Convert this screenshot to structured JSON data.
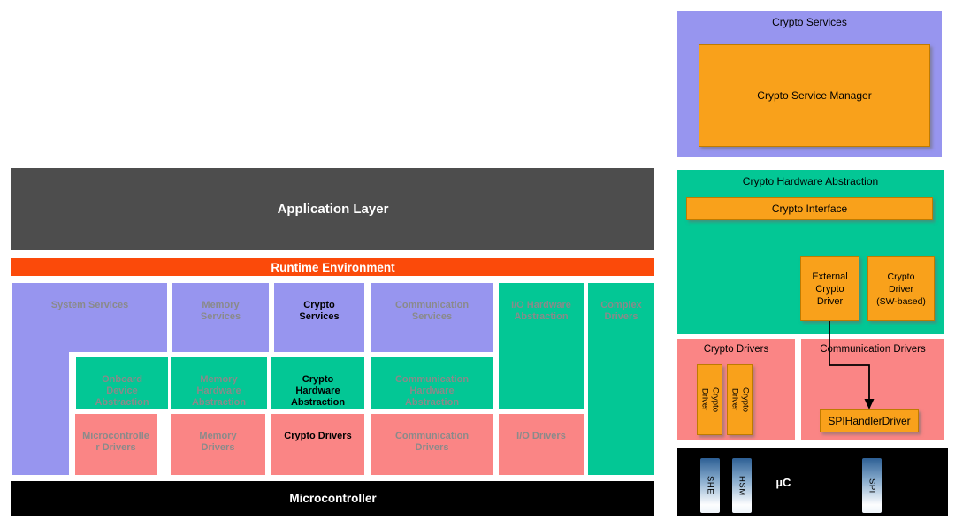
{
  "left": {
    "app_layer": "Application Layer",
    "rte": "Runtime Environment",
    "microcontroller": "Microcontroller",
    "system_services": "System Services",
    "memory_services": "Memory\nServices",
    "crypto_services": "Crypto\nServices",
    "communication_services": "Communication\nServices",
    "io_hw_abstraction": "I/O Hardware\nAbstraction",
    "complex_drivers": "Complex\nDrivers",
    "onboard_device_abstraction": "Onboard\nDevice\nAbstraction",
    "memory_hw_abstraction": "Memory\nHardware\nAbstraction",
    "crypto_hw_abstraction": "Crypto\nHardware\nAbstraction",
    "communication_hw_abstraction": "Communication\nHardware\nAbstraction",
    "microcontroller_drivers": "Microcontrolle\nr Drivers",
    "memory_drivers": "Memory\nDrivers",
    "crypto_drivers": "Crypto Drivers",
    "communication_drivers": "Communication\nDrivers",
    "io_drivers": "I/O Drivers"
  },
  "right": {
    "crypto_services_title": "Crypto Services",
    "crypto_service_manager": "Crypto Service Manager",
    "crypto_hw_abstraction_title": "Crypto Hardware Abstraction",
    "crypto_interface": "Crypto Interface",
    "external_crypto_driver": "External\nCrypto\nDriver",
    "crypto_driver_sw_based": "Crypto\nDriver\n(SW-based)",
    "crypto_drivers_title": "Crypto Drivers",
    "crypto_driver_vertical_1": "Crypto\nDriver",
    "crypto_driver_vertical_2": "Crypto\nDriver",
    "communication_drivers_title": "Communication Drivers",
    "spi_handler_driver": "SPIHandlerDriver",
    "uc_label": "µC",
    "she_label": "SHE",
    "hsm_label": "HSM",
    "spi_label": "SPI"
  },
  "colors": {
    "purple": "#9795ef",
    "green": "#03c795",
    "pink": "#fa8585",
    "rte_orange": "#fb4a0a",
    "app_layer_gray": "#4d4d4d",
    "box_orange": "#f9a11b",
    "gray_text": "#8a8a8a",
    "black": "#000000"
  }
}
